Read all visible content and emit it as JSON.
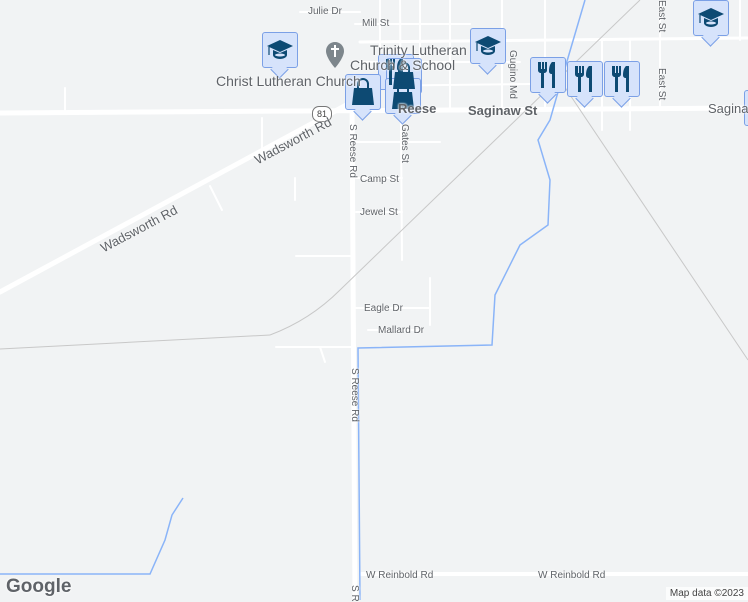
{
  "map": {
    "streets": {
      "julie": "Julie Dr",
      "mill": "Mill St",
      "saginaw": "Saginaw St",
      "saginaw_right": "Sagina",
      "wadsworth_1": "Wadsworth Rd",
      "wadsworth_2": "Wadsworth Rd",
      "s_reese_1": "S Reese Rd",
      "s_reese_2": "S Reese Rd",
      "s_reese_3": "S R",
      "gates": "Gates St",
      "camp": "Camp St",
      "jewel": "Jewel St",
      "eagle": "Eagle Dr",
      "mallard": "Mallard Dr",
      "gugino": "Gugino Md",
      "east_1": "East St",
      "east_2": "East St",
      "reinbold_1": "W Reinbold Rd",
      "reinbold_2": "W Reinbold Rd",
      "route": "81",
      "town": "Reese"
    },
    "places": {
      "christ_lutheran": "Christ Lutheran Church",
      "trinity_1": "Trinity Lutheran",
      "trinity_2": "Church & School"
    },
    "markers": [
      {
        "type": "school",
        "icon": "graduation-cap-icon"
      },
      {
        "type": "school",
        "icon": "graduation-cap-icon"
      },
      {
        "type": "school",
        "icon": "graduation-cap-icon"
      },
      {
        "type": "restaurant",
        "icon": "fork-knife-icon"
      },
      {
        "type": "restaurant",
        "icon": "fork-knife-icon"
      },
      {
        "type": "restaurant",
        "icon": "fork-knife-icon"
      },
      {
        "type": "restaurant",
        "icon": "fork-knife-icon"
      },
      {
        "type": "shopping",
        "icon": "shopping-bag-icon"
      },
      {
        "type": "shopping",
        "icon": "shopping-bag-icon"
      },
      {
        "type": "shopping",
        "icon": "shopping-bag-icon"
      }
    ],
    "colors": {
      "background": "#f1f3f4",
      "road": "#ffffff",
      "water": "#8ab4f8",
      "marker_fill": "#d6e3fb",
      "marker_icon": "#0d4a73"
    }
  },
  "footer": {
    "logo": "Google",
    "attribution": "Map data ©2023"
  }
}
